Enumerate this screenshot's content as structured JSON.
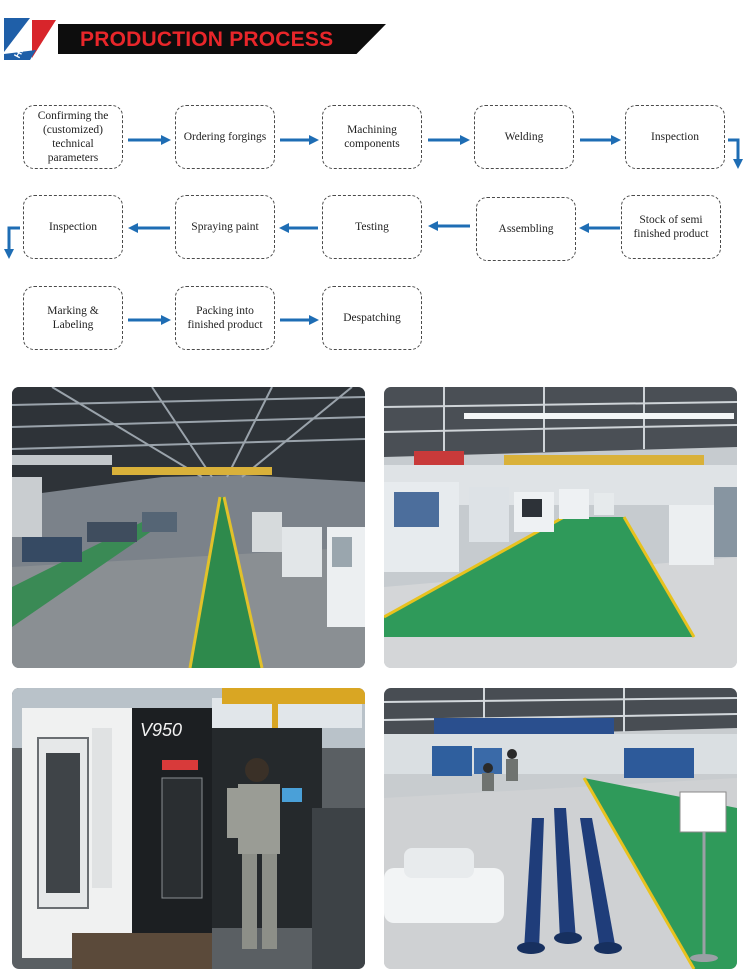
{
  "header": {
    "logo_text": "HERO",
    "title": "PRODUCTION PROCESS",
    "colors": {
      "bar": "#0d0d0d",
      "title": "#e8262a",
      "logo_blue": "#1f5fa8",
      "logo_red": "#d8252b"
    }
  },
  "flow": {
    "arrow_color": "#1e6db4",
    "row1": [
      "Confirming the (customized) technical parameters",
      "Ordering forgings",
      "Machining components",
      "Welding",
      "Inspection"
    ],
    "row2": [
      "Inspection",
      "Spraying paint",
      "Testing",
      "Assembling",
      "Stock of semi finished product"
    ],
    "row3": [
      "Marking & Labeling",
      "Packing into finished product",
      "Despatching"
    ]
  },
  "photos": {
    "machine_model": "V950",
    "banner_text": "",
    "sign_text": "",
    "items": [
      {
        "name": "workshop-hall-photo"
      },
      {
        "name": "cnc-line-photo"
      },
      {
        "name": "cnc-machine-operator-photo"
      },
      {
        "name": "assembly-area-photo"
      }
    ]
  }
}
